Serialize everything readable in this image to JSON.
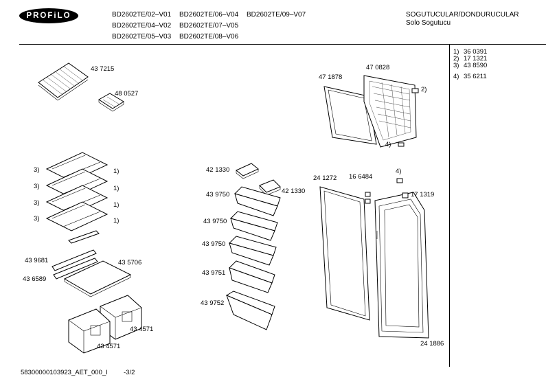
{
  "brand": "PROFiLO",
  "header": {
    "models": [
      [
        "BD2602TE/02–V01",
        "BD2602TE/06–V04",
        "BD2602TE/09–V07"
      ],
      [
        "BD2602TE/04–V02",
        "BD2602TE/07–V05"
      ],
      [
        "BD2602TE/05–V03",
        "BD2602TE/08–V06"
      ]
    ],
    "category": "SOGUTUCULAR/DONDURUCULAR",
    "subcategory": "Solo Sogutucu"
  },
  "legend": [
    {
      "key": "1)",
      "part": "36 0391"
    },
    {
      "key": "2)",
      "part": "17 1321"
    },
    {
      "key": "3)",
      "part": "43 8590"
    },
    {
      "key": "4)",
      "part": "35 6211"
    }
  ],
  "parts": {
    "top_shelf": "43 7215",
    "small_box": "48 0527",
    "freezer_door_seal": "47 1878",
    "freezer_door": "47 0828",
    "shelf_ref_1": "1)",
    "shelf_ref_3": "3)",
    "ref_2": "2)",
    "ref_4": "4)",
    "egg_tray_a": "42 1330",
    "egg_tray_b": "42 1330",
    "door_shelf_1": "43 9750",
    "door_shelf_2": "43 9750",
    "door_shelf_3": "43 9750",
    "door_shelf_4": "43 9751",
    "door_shelf_5": "43 9752",
    "door_seal": "24 1272",
    "hinge": "16 6484",
    "hinge_cover": "17 1319",
    "door": "24 1886",
    "rail": "43 9681",
    "glass_shelf_frame": "43 5706",
    "glass_shelf": "43 6589",
    "crisper_a": "43 4571",
    "crisper_b": "43 4571"
  },
  "footer": {
    "doc_id": "58300000103923_AET_000_I",
    "page": "-3/2"
  }
}
